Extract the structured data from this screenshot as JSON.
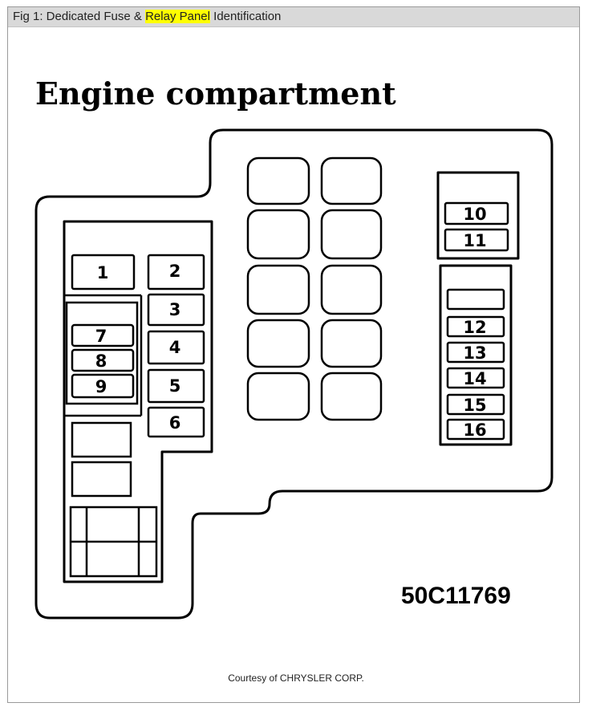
{
  "caption": {
    "before": "Fig 1: Dedicated Fuse & ",
    "highlight": "Relay Panel",
    "after": " Identification",
    "highlight_color": "#ffff00"
  },
  "diagram": {
    "title": "Engine compartment",
    "code": "50C11769",
    "fuses": {
      "f1": "1",
      "f2": "2",
      "f3": "3",
      "f4": "4",
      "f5": "5",
      "f6": "6",
      "f7": "7",
      "f8": "8",
      "f9": "9",
      "f10": "10",
      "f11": "11",
      "f12": "12",
      "f13": "13",
      "f14": "14",
      "f15": "15",
      "f16": "16"
    }
  },
  "footer": {
    "courtesy": "Courtesy of CHRYSLER CORP."
  }
}
